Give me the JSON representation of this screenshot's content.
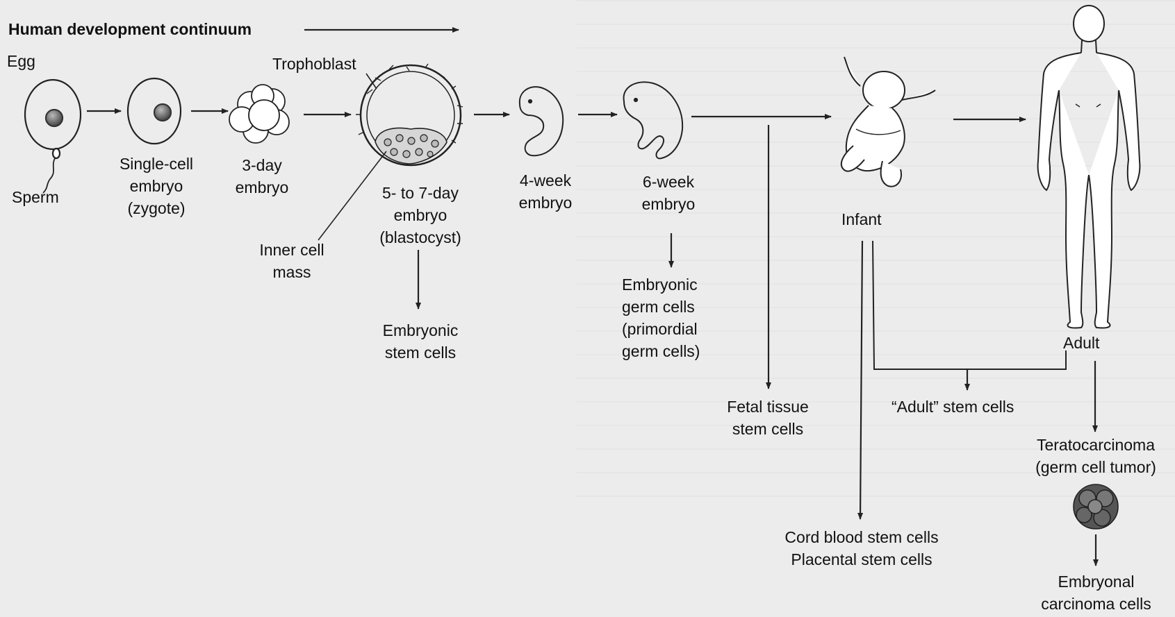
{
  "title": "Human development continuum",
  "stages": {
    "egg": "Egg",
    "sperm": "Sperm",
    "single_cell": [
      "Single-cell",
      "embryo",
      "(zygote)"
    ],
    "three_day": [
      "3-day",
      "embryo"
    ],
    "trophoblast": "Trophoblast",
    "blastocyst": [
      "5- to 7-day",
      "embryo",
      "(blastocyst)"
    ],
    "inner_cell_mass": [
      "Inner cell",
      "mass"
    ],
    "four_week": [
      "4-week",
      "embryo"
    ],
    "six_week": [
      "6-week",
      "embryo"
    ],
    "infant": "Infant",
    "adult": "Adult"
  },
  "stem_cells": {
    "embryonic": [
      "Embryonic",
      "stem cells"
    ],
    "germ": [
      "Embryonic",
      "germ cells",
      "(primordial",
      "germ cells)"
    ],
    "fetal": [
      "Fetal tissue",
      "stem cells"
    ],
    "adult": "“Adult” stem cells",
    "cord": [
      "Cord blood stem cells",
      "Placental stem cells"
    ],
    "terato": [
      "Teratocarcinoma",
      "(germ cell tumor)"
    ],
    "ec": [
      "Embryonal",
      "carcinoma cells"
    ]
  }
}
